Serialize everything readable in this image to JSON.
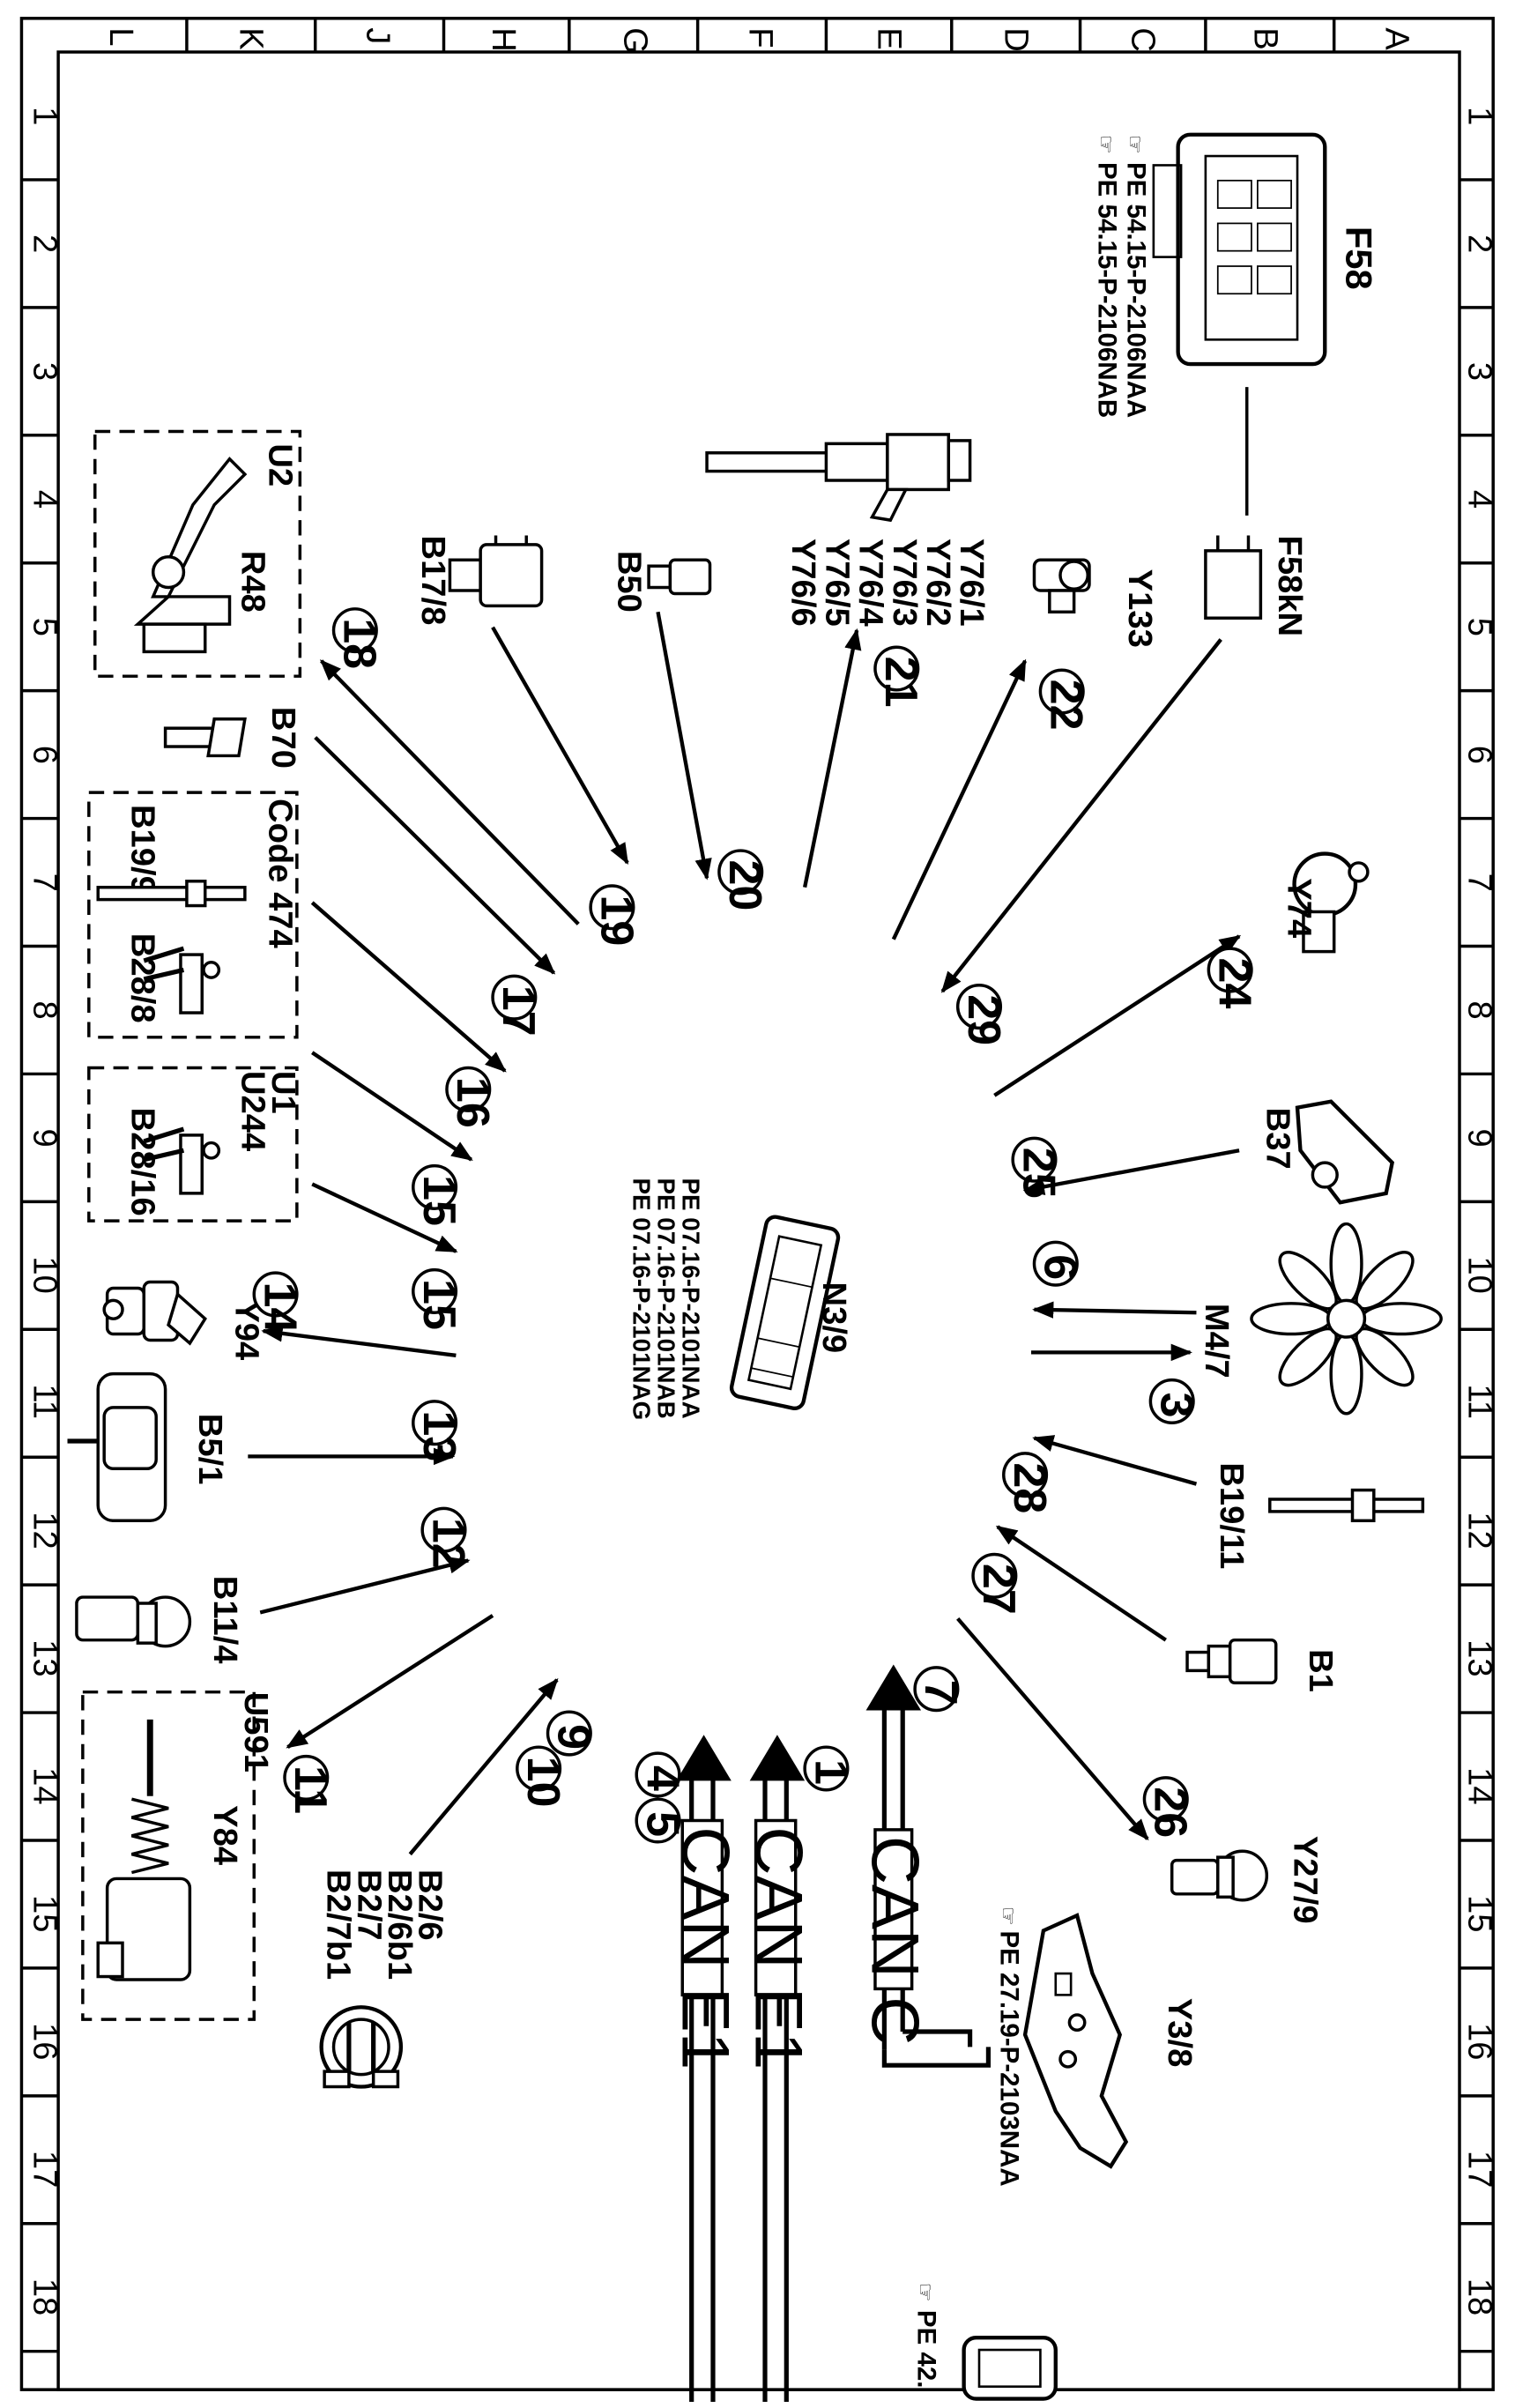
{
  "frame": {
    "rows": [
      "1",
      "2",
      "3",
      "4",
      "5",
      "6",
      "7",
      "8",
      "9",
      "10",
      "11",
      "12",
      "13",
      "14",
      "15",
      "16",
      "17",
      "18"
    ],
    "cols": [
      "A",
      "B",
      "C",
      "D",
      "E",
      "F",
      "G",
      "H",
      "J",
      "K",
      "L"
    ]
  },
  "center": {
    "component": "N3/9",
    "refs": [
      "PE 07.16-P-2101NAA",
      "PE 07.16-P-2101NAB",
      "PE 07.16-P-2101NAG"
    ]
  },
  "fuse_box": {
    "label": "F58",
    "refs": [
      "PE 54.15-P-2106NAA",
      "PE 54.15-P-2106NAB"
    ]
  },
  "components": {
    "f58kn": "F58kN",
    "y133": "Y133",
    "y76": [
      "Y76/1",
      "Y76/2",
      "Y76/3",
      "Y76/4",
      "Y76/5",
      "Y76/6"
    ],
    "b50": "B50",
    "b17_8": "B17/8",
    "u2": "U2",
    "r48": "R48",
    "b70": "B70",
    "code474": "Code 474",
    "b19_9": "B19/9",
    "b28_8": "B28/8",
    "u1": "U1",
    "u244": "U244",
    "b28_16": "B28/16",
    "y94": "Y94",
    "b5_1": "B5/1",
    "b11_4": "B11/4",
    "u591": "U591",
    "y84": "Y84",
    "b2": [
      "B2/6",
      "B2/6b1",
      "B2/7",
      "B2/7b1"
    ],
    "y74": "Y74",
    "b37": "B37",
    "m4_7": "M4/7",
    "b19_11": "B19/11",
    "b1": "B1",
    "y27_9": "Y27/9",
    "y3_8": "Y3/8",
    "y3_8_ref": "PE 27.19-P-2103NAA",
    "bottom_ref": "PE 42."
  },
  "buses": {
    "can_c": "CAN C",
    "can_e1_a": "CAN E1",
    "can_e1_b": "CAN E1"
  },
  "numbers": {
    "n1": "1",
    "n3": "3",
    "n4": "4",
    "n5": "5",
    "n6": "6",
    "n7": "7",
    "n9": "9",
    "n10": "10",
    "n11": "11",
    "n12": "12",
    "n13": "13",
    "n14": "14",
    "n15a": "15",
    "n15b": "15",
    "n16": "16",
    "n17": "17",
    "n18": "18",
    "n19": "19",
    "n20": "20",
    "n21": "21",
    "n22": "22",
    "n24": "24",
    "n25": "25",
    "n26": "26",
    "n27": "27",
    "n28": "28",
    "n29": "29"
  }
}
